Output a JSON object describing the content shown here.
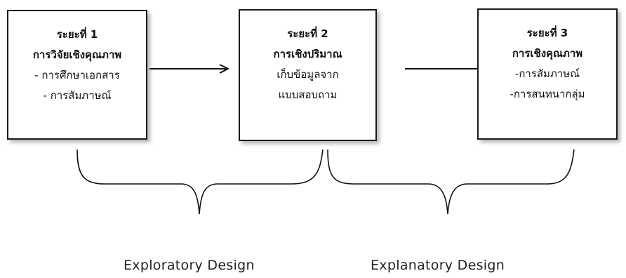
{
  "phases": [
    {
      "heading": "ระยะที่ 1",
      "method": "การวิจัยเชิงคุณภาพ",
      "details": [
        "- การศึกษาเอกสาร",
        "- การสัมภาษณ์"
      ]
    },
    {
      "heading": "ระยะที่ 2",
      "method": "การเชิงปริมาณ",
      "details": [
        "เก็บข้อมูลจาก",
        "แบบสอบถาม"
      ]
    },
    {
      "heading": "ระยะที่ 3",
      "method": "การเชิงคุณภาพ",
      "details": [
        "-การสัมภาษณ์",
        "-การสนทนากลุ่ม"
      ]
    }
  ],
  "designs": {
    "exploratory": "Exploratory Design",
    "explanatory": "Explanatory Design"
  }
}
